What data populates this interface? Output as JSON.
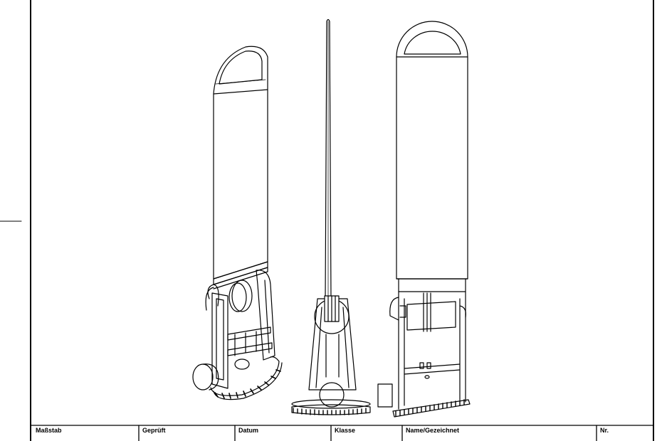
{
  "title_block": {
    "scale_label": "Maßstab",
    "checked_label": "Geprüft",
    "date_label": "Datum",
    "class_label": "Klasse",
    "name_label": "Name/Gezeichnet",
    "number_label": "Nr."
  },
  "views": {
    "left": "perspective-view",
    "center": "side-view",
    "right": "front-view"
  },
  "colors": {
    "line": "#000000",
    "background": "#ffffff"
  }
}
